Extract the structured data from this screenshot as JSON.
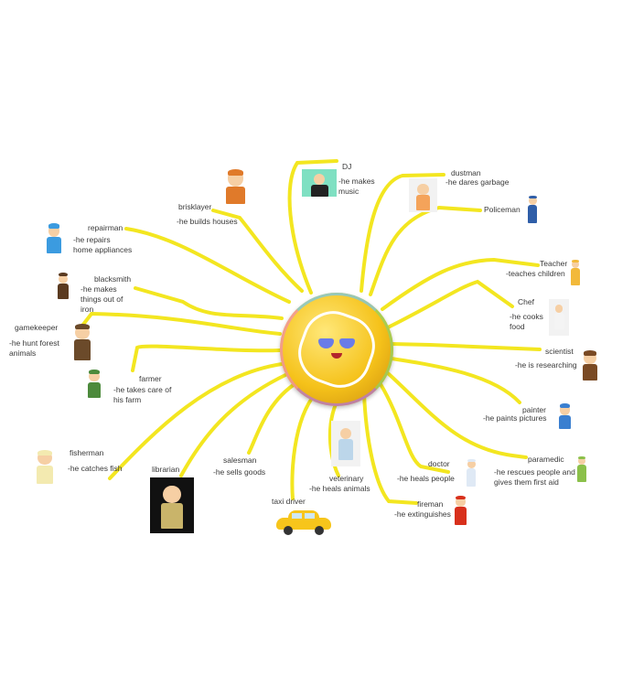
{
  "nodes": [
    {
      "title": "DJ",
      "desc": "-he makes\nmusic"
    },
    {
      "title": "dustman",
      "desc": "-he dares garbage"
    },
    {
      "title": "Policeman",
      "desc": ""
    },
    {
      "title": "Teacher",
      "desc": "-teaches children"
    },
    {
      "title": "Chef",
      "desc": "-he cooks\nfood"
    },
    {
      "title": "scientist",
      "desc": "-he is researching"
    },
    {
      "title": "painter",
      "desc": "-he paints pictures"
    },
    {
      "title": "paramedic",
      "desc": "-he rescues people and\ngives them first aid"
    },
    {
      "title": "doctor",
      "desc": "-he heals people"
    },
    {
      "title": "fireman",
      "desc": "-he extinguishes"
    },
    {
      "title": "veterinary",
      "desc": "-he heals animals"
    },
    {
      "title": "taxi driver",
      "desc": ""
    },
    {
      "title": "salesman",
      "desc": "-he sells goods"
    },
    {
      "title": "librarian",
      "desc": ""
    },
    {
      "title": "fisherman",
      "desc": "-he catches fish"
    },
    {
      "title": "farmer",
      "desc": "-he takes care of\nhis farm"
    },
    {
      "title": "gamekeeper",
      "desc": "-he hunt forest\nanimals"
    },
    {
      "title": "blacksmith",
      "desc": "-he makes\nthings out of\niron"
    },
    {
      "title": "repairman",
      "desc": "-he repairs\nhome appliances"
    },
    {
      "title": "brisklayer",
      "desc": "-he builds houses"
    }
  ],
  "colors": {
    "branch": "#f3e620",
    "sun": "#f5c21a"
  }
}
